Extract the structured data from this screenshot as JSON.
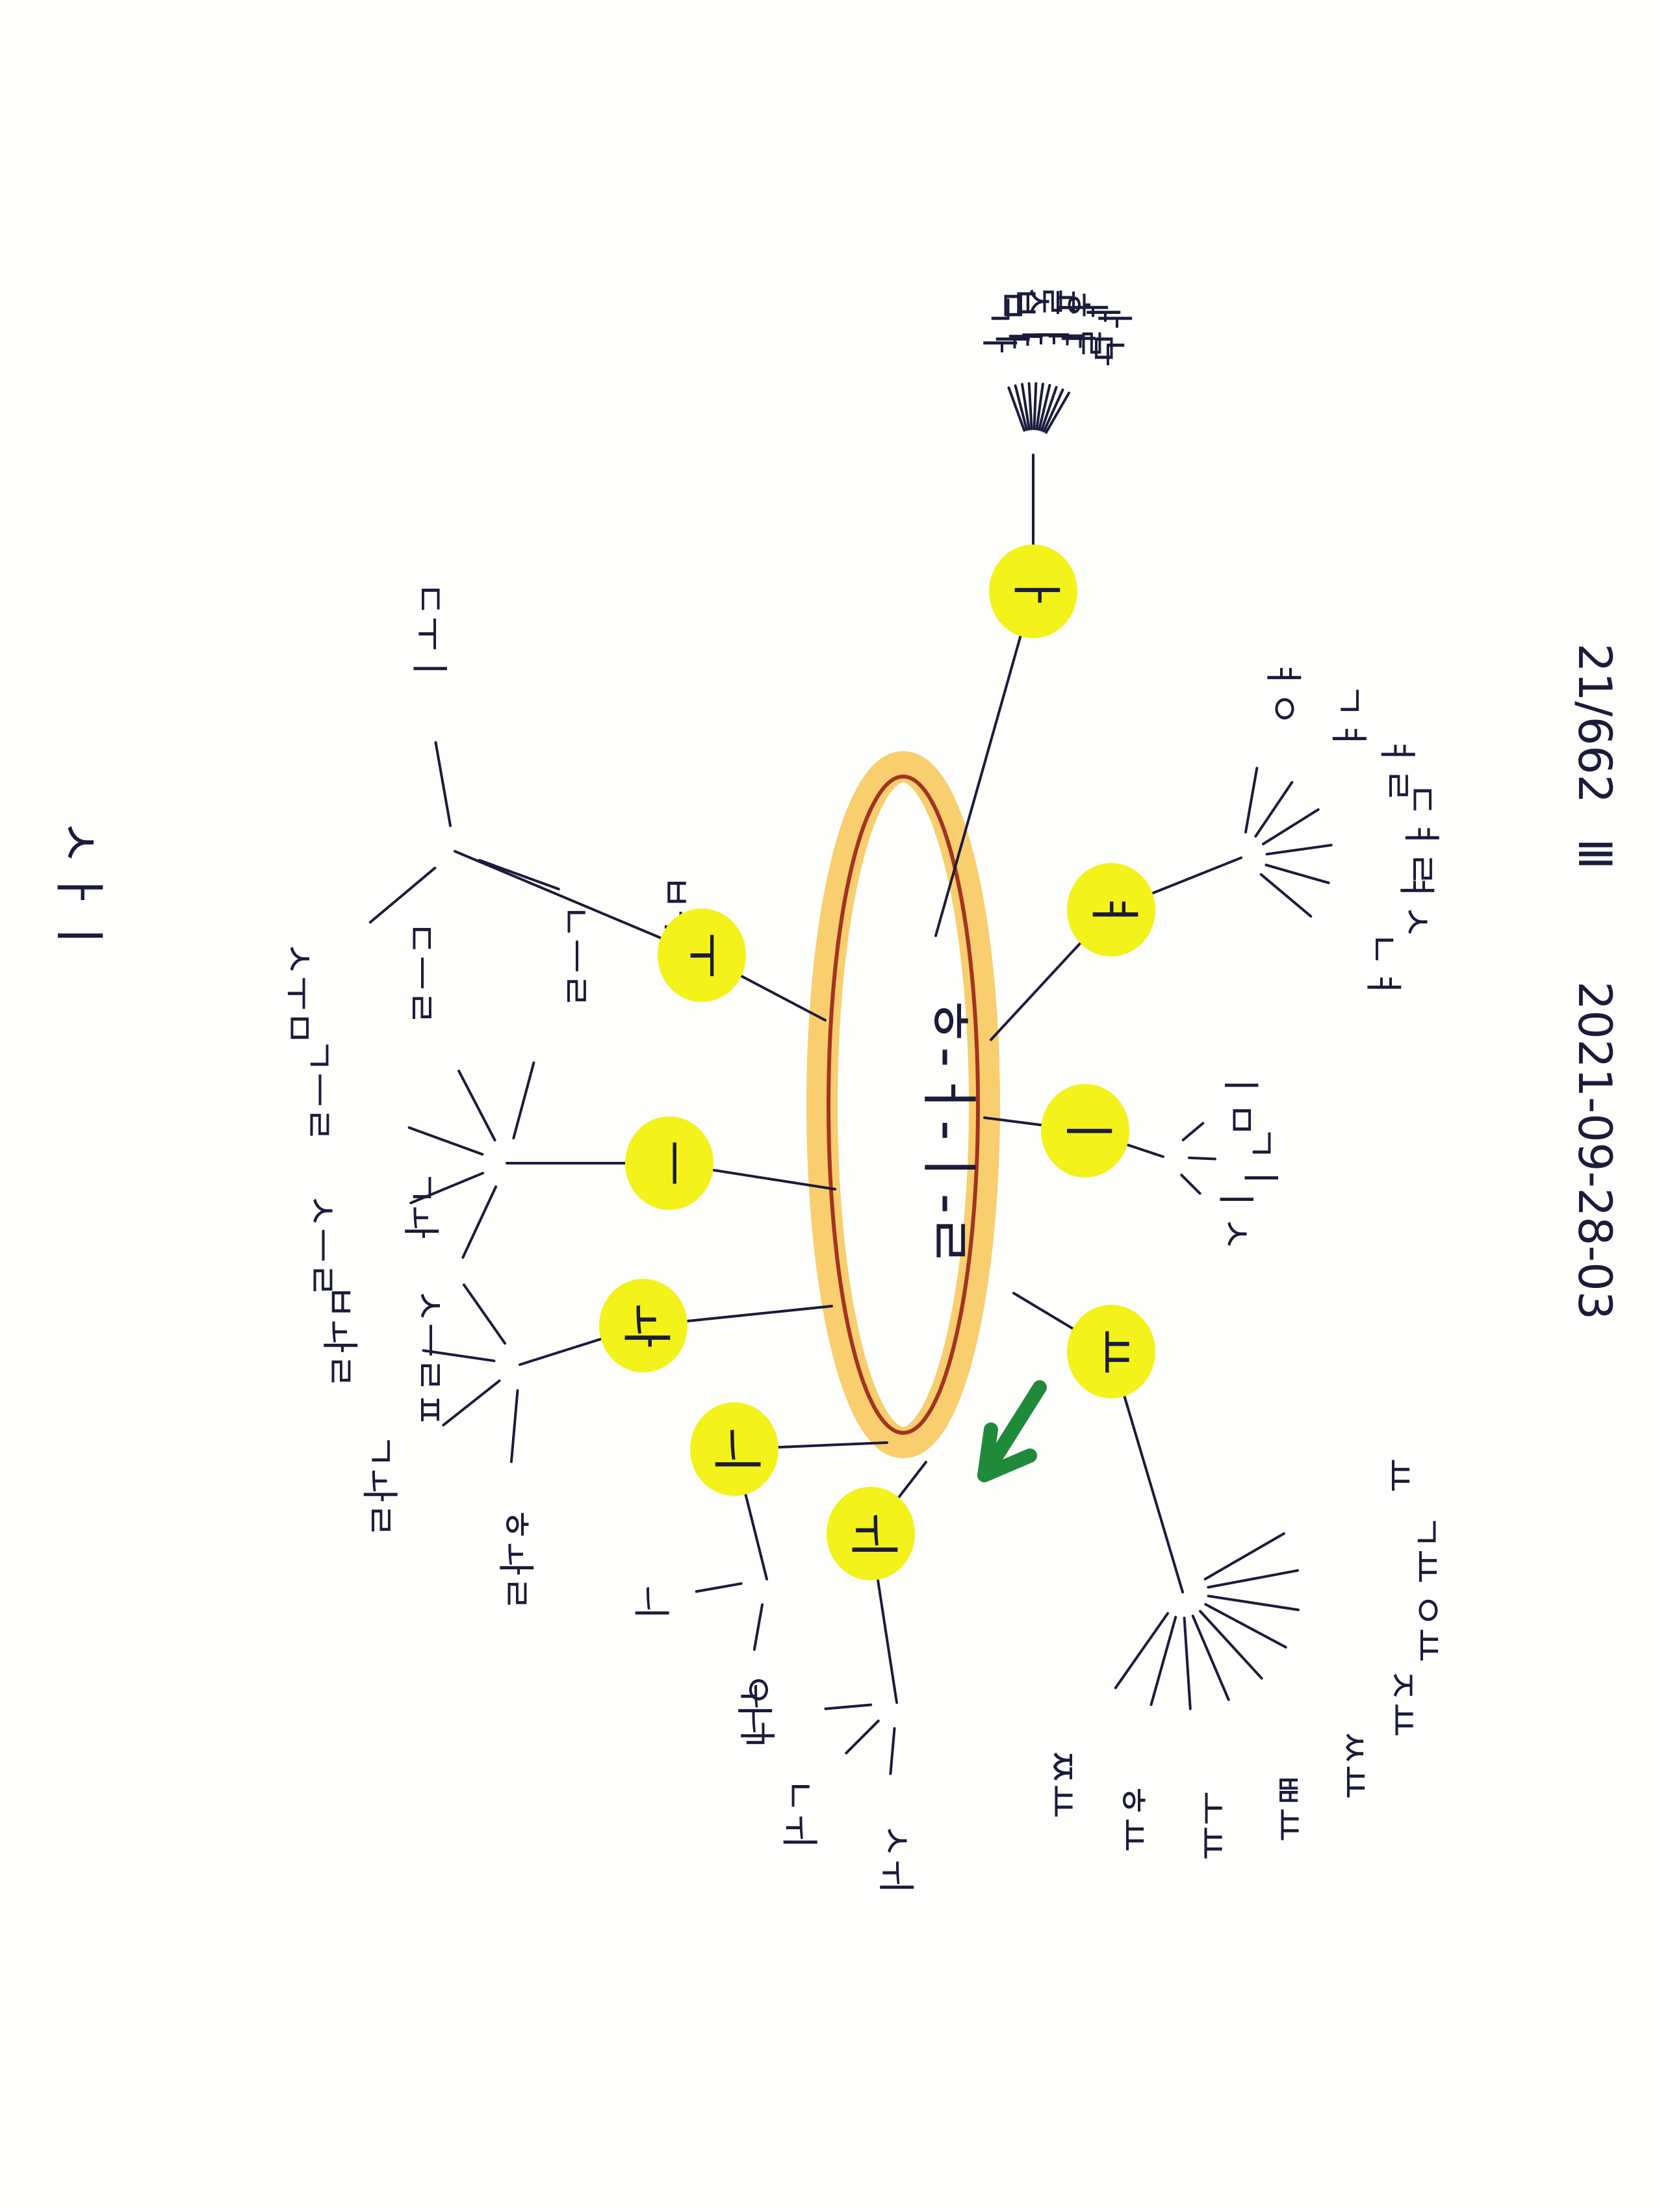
{
  "header": {
    "code": "21/662",
    "roman": "Ⅲ",
    "date": "2021-09-28-03"
  },
  "center": {
    "label": "ㅎ-ㅓ-ㅣ-ㄹ"
  },
  "corner_word": "ㅅㅏㅣ",
  "clusters": [
    {
      "hub": "ㅜ",
      "words": [
        "ㅅㅜㅁ",
        "ㄷㅜㅣ",
        "ㅂㅜㅓ"
      ]
    },
    {
      "hub": "ㅡ",
      "words": [
        "ㅅㅡㄹㅍ",
        "ㅅㅡㄹ",
        "ㄱㅡㄹ",
        "ㄷㅡㄹ",
        "ㄴㅡㄹ"
      ]
    },
    {
      "hub": "ㅘ",
      "words": [
        "ㅎㅘㄹ",
        "ㄱㅘㄹ",
        "ㅂㅘㄹ",
        "ㄱㅘ"
      ]
    },
    {
      "hub": "ㅢ",
      "words": [
        "ㅇㅢ",
        "ㅢ"
      ]
    },
    {
      "hub": "ㅟ",
      "words": [
        "ㅅㅟ",
        "ㄴㅟ",
        "ㅟㄱ"
      ]
    },
    {
      "hub": "ㅛ",
      "words": [
        "ㅛ",
        "ㄱㅛ",
        "ㅇㅛ",
        "ㅈㅛ",
        "ㅆㅛ",
        "ㅃㅛ",
        "ㅗㅛ",
        "ㅎㅛ",
        "ㅉㅛ"
      ]
    },
    {
      "hub": "ㅣ",
      "words": [
        "ㅣㅁ",
        "ㄱㅣ",
        "ㅣㅅ"
      ]
    },
    {
      "hub": "ㅕ",
      "words": [
        "ㅕㅇ",
        "ㄱㅕ",
        "ㅕㄹ",
        "ㄷㅕㄹ",
        "ㅕㅅ",
        "ㄴㅕ"
      ]
    },
    {
      "hub": "ㅏ",
      "words": [
        "ㄱㅏ",
        "ㅁㅏ",
        "ㅂㅏ",
        "ㅅㅏ",
        "ㄹㅏ",
        "ㅍㅏ",
        "ㅎㅏ",
        "ㅏㄹ",
        "ㅏㅁ",
        "ㅏㄴ"
      ]
    }
  ],
  "colors": {
    "ink": "#1b1b3a",
    "highlight": "#f3f21a",
    "loop_fill": "#f8ce6e",
    "loop_outline": "#a3331f",
    "arrow": "#1f8a3a"
  }
}
